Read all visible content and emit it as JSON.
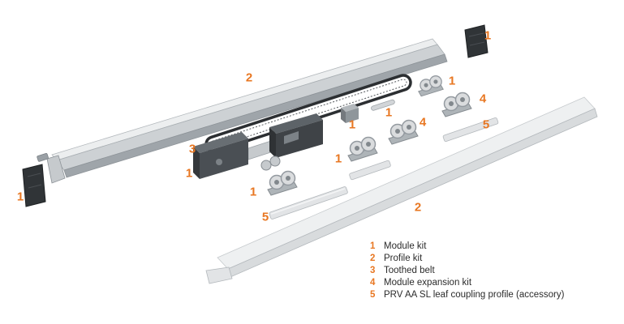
{
  "palette": {
    "accent_orange": "#E87722",
    "text_dark": "#2b2b2b",
    "background": "#ffffff",
    "profile_light_gray": "#d9dcde",
    "profile_mid_gray": "#aeb4b8",
    "module_dark_gray": "#4a4f54",
    "belt_black": "#2c2f32"
  },
  "callouts": [
    {
      "n": "1",
      "ref": "module-kit-end-cap-right"
    },
    {
      "n": "2",
      "ref": "profile-kit-track"
    },
    {
      "n": "1",
      "ref": "module-kit-small-parts"
    },
    {
      "n": "4",
      "ref": "module-expansion-kit-carriage-right"
    },
    {
      "n": "5",
      "ref": "leaf-coupling-profile-right"
    },
    {
      "n": "1",
      "ref": "module-kit-bracket"
    },
    {
      "n": "1",
      "ref": "module-kit-pin"
    },
    {
      "n": "4",
      "ref": "module-expansion-kit-carriage-mid"
    },
    {
      "n": "3",
      "ref": "toothed-belt"
    },
    {
      "n": "1",
      "ref": "module-kit-carriage-mid"
    },
    {
      "n": "1",
      "ref": "module-kit-drive-unit"
    },
    {
      "n": "1",
      "ref": "module-kit-carriage-left"
    },
    {
      "n": "2",
      "ref": "profile-kit-cover"
    },
    {
      "n": "5",
      "ref": "leaf-coupling-profile-left"
    },
    {
      "n": "1",
      "ref": "module-kit-end-cap-left"
    }
  ],
  "legend": {
    "items": [
      {
        "num": "1",
        "text": "Module kit"
      },
      {
        "num": "2",
        "text": "Profile kit"
      },
      {
        "num": "3",
        "text": "Toothed belt"
      },
      {
        "num": "4",
        "text": "Module expansion kit"
      },
      {
        "num": "5",
        "text": "PRV AA SL leaf coupling profile (accessory)"
      }
    ]
  }
}
